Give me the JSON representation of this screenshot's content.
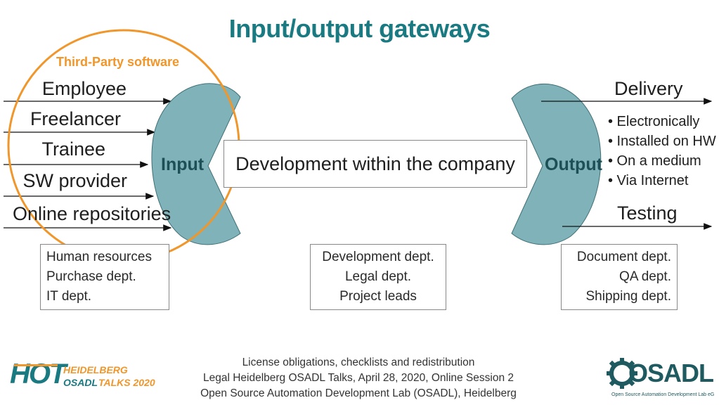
{
  "title": "Input/output gateways",
  "third_party_label": "Third-Party software",
  "inputs": [
    "Employee",
    "Freelancer",
    "Trainee",
    "SW provider",
    "Online repositories"
  ],
  "input_shape_label": "Input",
  "output_shape_label": "Output",
  "center_label": "Development within the company",
  "outputs": {
    "delivery": "Delivery",
    "delivery_bullets": [
      "• Electronically",
      "• Installed on HW",
      "• On a medium",
      "• Via Internet"
    ],
    "testing": "Testing"
  },
  "dept_boxes": {
    "left": [
      "Human resources",
      "Purchase dept.",
      "IT dept."
    ],
    "center": [
      "Development dept.",
      "Legal dept.",
      "Project leads"
    ],
    "right": [
      "Document dept.",
      "QA dept.",
      "Shipping dept."
    ]
  },
  "footer": {
    "lines": [
      "License obligations, checklists and redistribution",
      "Legal Heidelberg OSADL Talks, April 28, 2020, Online Session 2",
      "Open Source Automation Development Lab (OSADL), Heidelberg"
    ],
    "hot_logo": {
      "mark": "HOT",
      "line1": "HEIDELBERG",
      "line2_a": "OSADL",
      "line2_b": "TALKS 2020"
    },
    "osadl_logo": {
      "wordmark": "OSADL",
      "tagline": "Open Source Automation Development Lab eG"
    }
  },
  "colors": {
    "title": "#1a7a82",
    "shape_fill": "#7fb3b9",
    "circle": "#f0962a",
    "hot_orange": "#f0962a"
  }
}
